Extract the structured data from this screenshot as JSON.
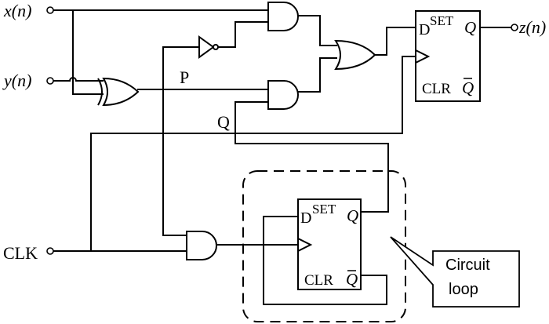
{
  "inputs": {
    "x_label": "x(n)",
    "y_label": "y(n)",
    "clk_label": "CLK"
  },
  "output": {
    "z_label": "z(n)"
  },
  "nets": {
    "p_label": "P",
    "q_label": "Q"
  },
  "flipflop_top": {
    "d_label": "D",
    "set_label": "SET",
    "q_label": "Q",
    "clr_label": "CLR",
    "qbar_label": "Q"
  },
  "flipflop_bottom": {
    "d_label": "D",
    "set_label": "SET",
    "q_label": "Q",
    "clr_label": "CLR",
    "qbar_label": "Q"
  },
  "callout": {
    "line1": "Circuit",
    "line2": "loop"
  }
}
